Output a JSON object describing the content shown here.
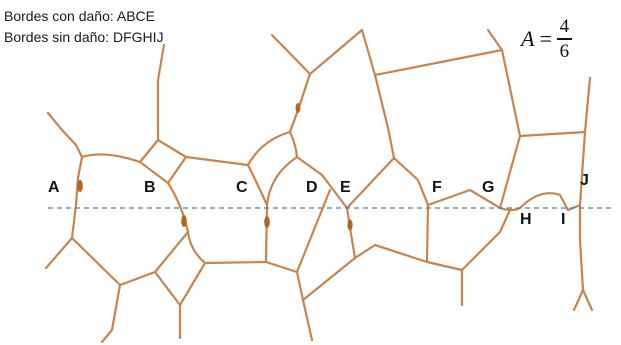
{
  "legend": {
    "damaged": "Bordes con daño: ABCE",
    "undamaged": "Bordes sin daño: DFGHIJ"
  },
  "formula": {
    "variable": "A",
    "equals": "=",
    "numerator": "4",
    "denominator": "6"
  },
  "labels": {
    "A": "A",
    "B": "B",
    "C": "C",
    "D": "D",
    "E": "E",
    "F": "F",
    "G": "G",
    "H": "H",
    "I": "I",
    "J": "J"
  },
  "colors": {
    "boundary": "#c8844e",
    "damage": "#b5651d",
    "cut_line": "#4a7fc4",
    "text": "#111111"
  }
}
